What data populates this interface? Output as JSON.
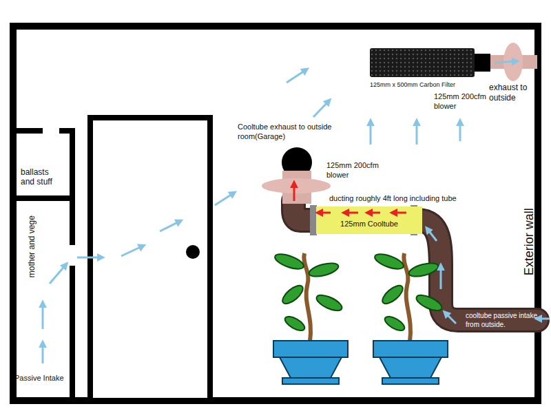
{
  "diagram": {
    "nodes": [
      {
        "text": [
          "ballasts and stuff"
        ]
      },
      {
        "text": [
          "mother and vege",
          "Passive Intake"
        ]
      },
      {
        "text": [
          "125mm x 500mm Carbon Filter"
        ]
      },
      {
        "text": [
          "125mm Cooltube"
        ]
      }
    ],
    "labels": [
      "Cooltube exhaust to outside room(Garage)",
      "125mm 200cfm blower",
      "ducting roughly 4ft long including tube",
      "exhaust to outside",
      "125mm 200cfm blower",
      "cooltube passive intake from outside.",
      "Exterior wall"
    ]
  }
}
